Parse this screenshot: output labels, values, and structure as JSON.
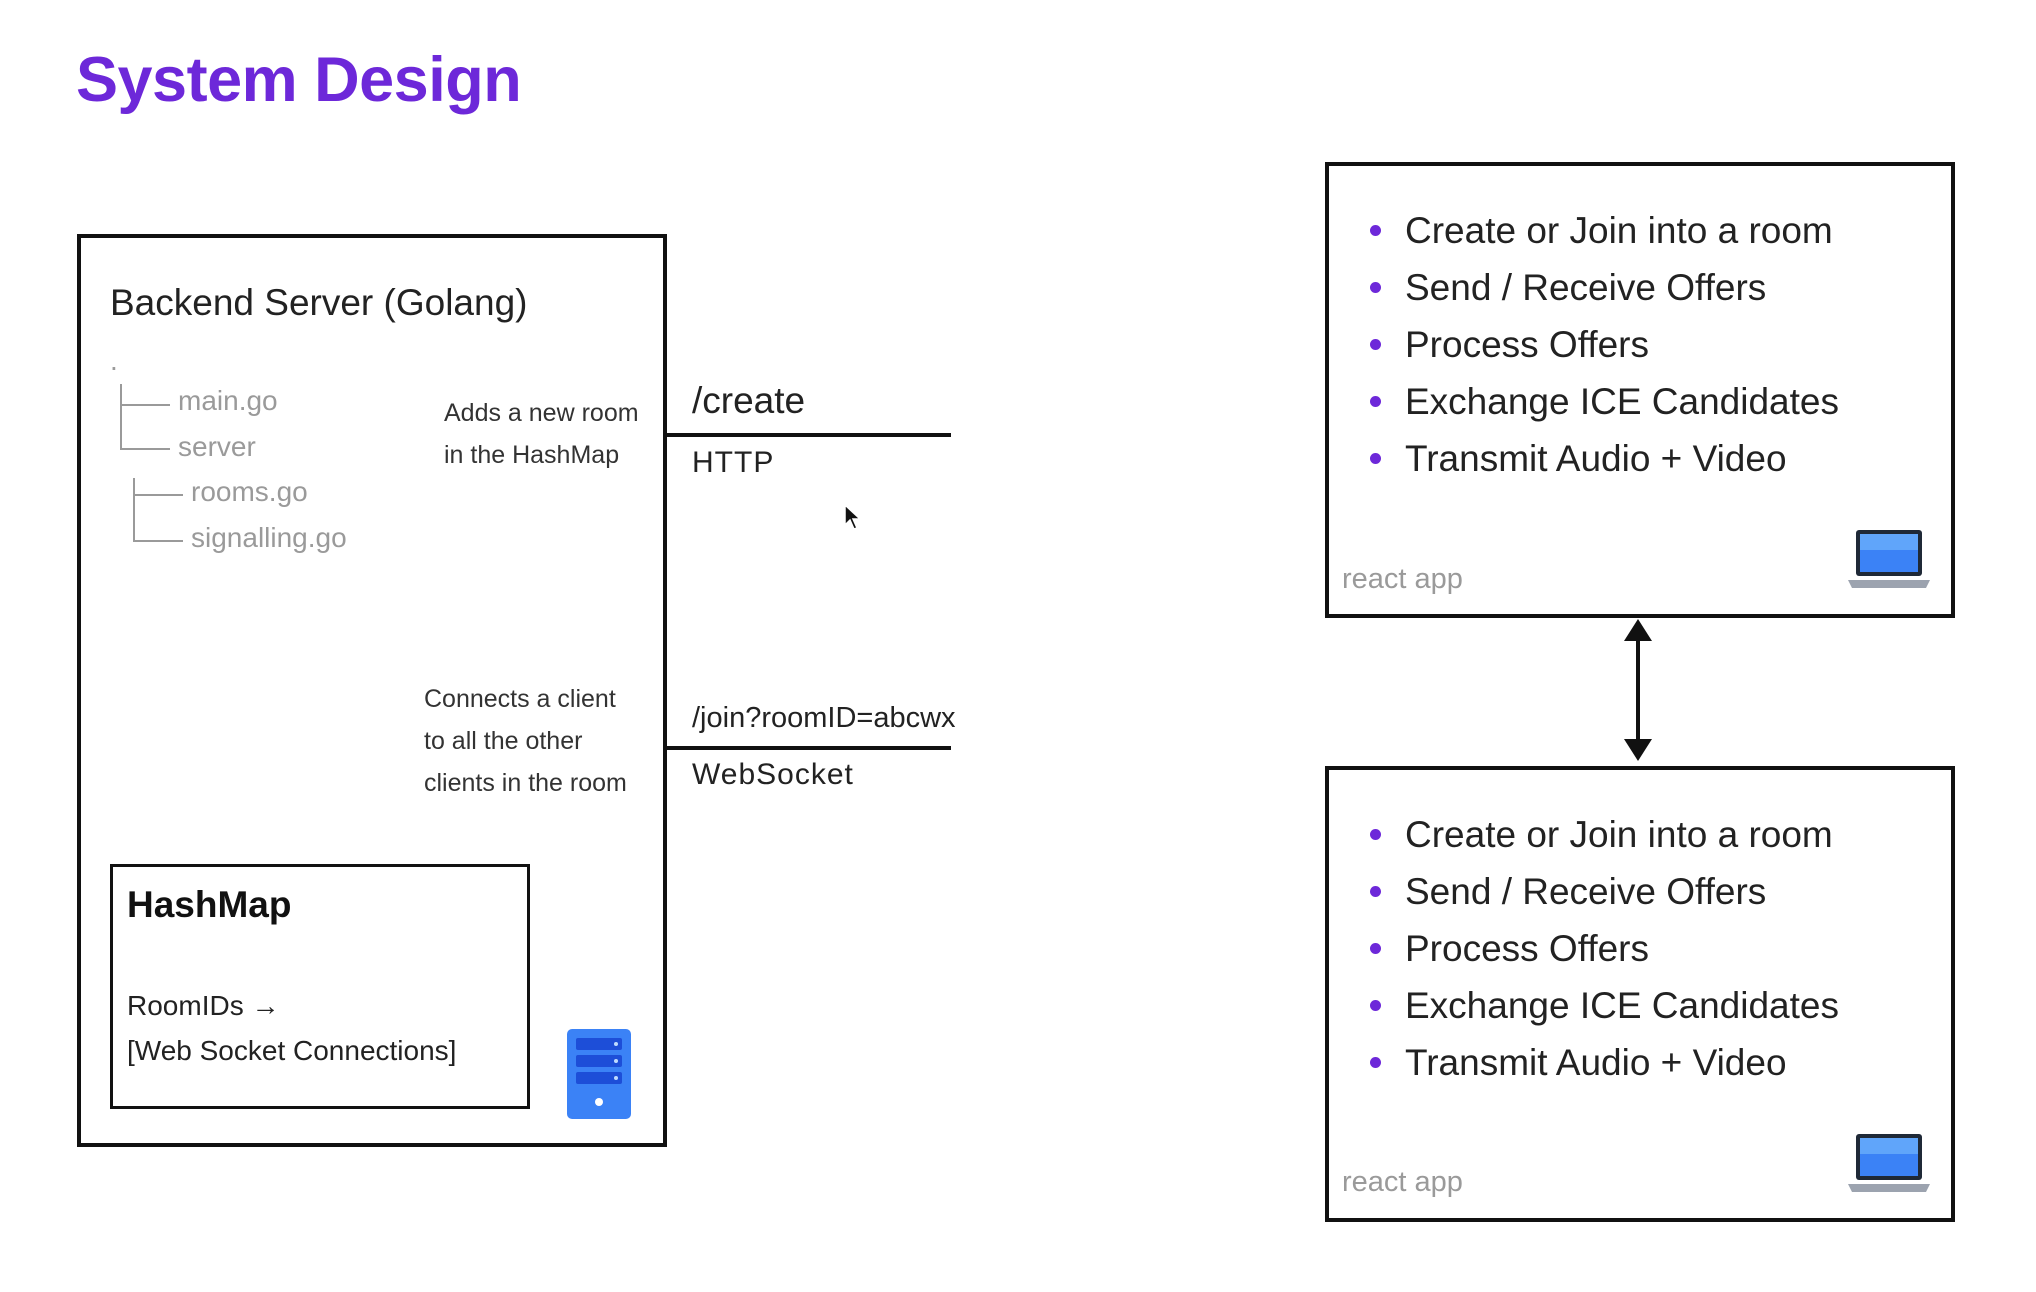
{
  "title": "System Design",
  "server": {
    "title": "Backend Server (Golang)",
    "tree": {
      "root": ".",
      "items": [
        "main.go",
        "server",
        "rooms.go",
        "signalling.go"
      ]
    }
  },
  "notes": {
    "create": [
      "Adds a new room",
      "in the HashMap"
    ],
    "join": [
      "Connects a client",
      "to all the other",
      "clients in the room"
    ]
  },
  "endpoints": {
    "create": {
      "path": "/create",
      "protocol": "HTTP"
    },
    "join": {
      "path": "/join?roomID=abcwx",
      "protocol": "WebSocket"
    }
  },
  "hashmap": {
    "title": "HashMap",
    "line1": "RoomIDs →",
    "line2": "[Web Socket Connections]"
  },
  "clients": [
    {
      "features": [
        "Create or Join into a room",
        "Send / Receive Offers",
        "Process Offers",
        "Exchange ICE Candidates",
        "Transmit Audio + Video"
      ],
      "label": "react app"
    },
    {
      "features": [
        "Create or Join into a room",
        "Send / Receive Offers",
        "Process Offers",
        "Exchange ICE Candidates",
        "Transmit Audio + Video"
      ],
      "label": "react app"
    }
  ],
  "colors": {
    "accent": "#6d28d9",
    "server_icon": "#3b82f6",
    "laptop_screen": "#3b82f6"
  },
  "icons": [
    "server-icon",
    "laptop-icon",
    "double-arrow-icon",
    "cursor-icon"
  ]
}
